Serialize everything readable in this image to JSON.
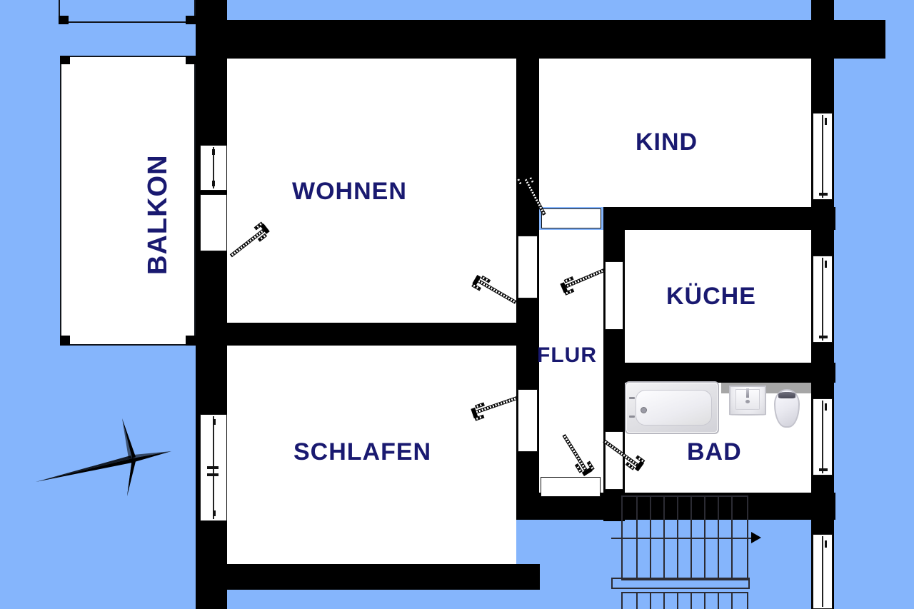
{
  "plan": {
    "title": "Grundriss Wohnung",
    "colors": {
      "outside": "#85b5fc",
      "wall": "#000000",
      "room_fill": "#ffffff",
      "label_text": "#191970",
      "fixture_gray": "#a6a6a6",
      "stair_line": "#2b2b33"
    }
  },
  "rooms": [
    {
      "id": "balkon",
      "label": "BALKON",
      "orientation": "vertical"
    },
    {
      "id": "wohnen",
      "label": "WOHNEN",
      "orientation": "horizontal"
    },
    {
      "id": "schlafen",
      "label": "SCHLAFEN",
      "orientation": "horizontal"
    },
    {
      "id": "kind",
      "label": "KIND",
      "orientation": "horizontal"
    },
    {
      "id": "kueche",
      "label": "KÜCHE",
      "orientation": "horizontal"
    },
    {
      "id": "flur",
      "label": "FLUR",
      "orientation": "horizontal"
    },
    {
      "id": "bad",
      "label": "BAD",
      "orientation": "horizontal"
    }
  ],
  "fixtures": [
    {
      "id": "bathtub",
      "name": "bathtub-fixture"
    },
    {
      "id": "washbasin",
      "name": "washbasin-fixture"
    },
    {
      "id": "toilet",
      "name": "toilet-fixture"
    },
    {
      "id": "counter",
      "name": "bathroom-counter"
    }
  ],
  "openings": {
    "windows": [
      {
        "id": "win-kind-east",
        "wall": "east",
        "name": "window-kind-east"
      },
      {
        "id": "win-kueche-east",
        "wall": "east",
        "name": "window-kueche-east"
      },
      {
        "id": "win-bad-east",
        "wall": "east",
        "name": "window-bad-east"
      },
      {
        "id": "win-stair-east",
        "wall": "east",
        "name": "window-stairwell-east"
      },
      {
        "id": "win-balkontuer",
        "wall": "west",
        "name": "balcony-door-wohnen"
      },
      {
        "id": "win-schlafen-west",
        "wall": "west",
        "name": "window-schlafen-west"
      }
    ],
    "doors": [
      {
        "id": "door-wohnen-balkon",
        "name": "door-wohnen-balcony"
      },
      {
        "id": "door-wohnen-flur",
        "name": "door-wohnen-flur"
      },
      {
        "id": "door-kind-flur",
        "name": "door-kind-flur"
      },
      {
        "id": "door-kueche-flur",
        "name": "door-kueche-flur"
      },
      {
        "id": "door-schlafen-flur",
        "name": "door-schlafen-flur"
      },
      {
        "id": "door-bad-flur",
        "name": "door-bad-flur"
      },
      {
        "id": "door-flur-entry",
        "name": "door-flur-entrance"
      }
    ]
  },
  "stairs": {
    "name": "staircase",
    "direction_arrow": "►",
    "steps_upper": 9,
    "steps_lower": 9
  },
  "compass": {
    "name": "compass-rose",
    "label": ""
  }
}
